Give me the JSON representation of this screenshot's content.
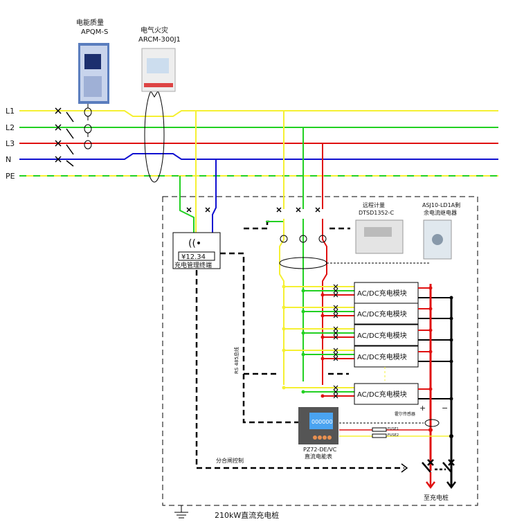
{
  "buses": [
    "L1",
    "L2",
    "L3",
    "N",
    "PE"
  ],
  "devices": {
    "power_quality": {
      "title": "电能质量",
      "model": "APQM-S"
    },
    "fire": {
      "title": "电气火灾",
      "model": "ARCM-300J1"
    },
    "remote_meter": {
      "title": "远程计量",
      "model": "DTSD1352-C"
    },
    "rcd": {
      "title": "ASJ10-LD1A剩",
      "title2": "余电流继电器"
    },
    "terminal": {
      "price": "¥12.34",
      "label": "充电管理终端"
    },
    "dc_meter": {
      "model": "PZ72-DE/VC",
      "label": "直流电能表",
      "display": "000000"
    }
  },
  "module_label": "AC/DC充电模块",
  "modules": 5,
  "hall_sensor": "霍尔传感器",
  "fuse1": "FUSE1",
  "fuse2": "FUSE2",
  "bus_485": "RS 485总线",
  "plus": "+",
  "minus": "−",
  "switch_control": "分合闸控制",
  "to_pile": "至充电桩",
  "cabinet_label": "210kW直流充电桩",
  "colors": {
    "L1": "#f5f032",
    "L2": "#22d022",
    "L3": "#e01010",
    "N": "#1010d0",
    "PE": "#f5f032",
    "PE_alt": "#22d022",
    "dc_pos": "#e01010",
    "dc_neg": "#000000"
  }
}
